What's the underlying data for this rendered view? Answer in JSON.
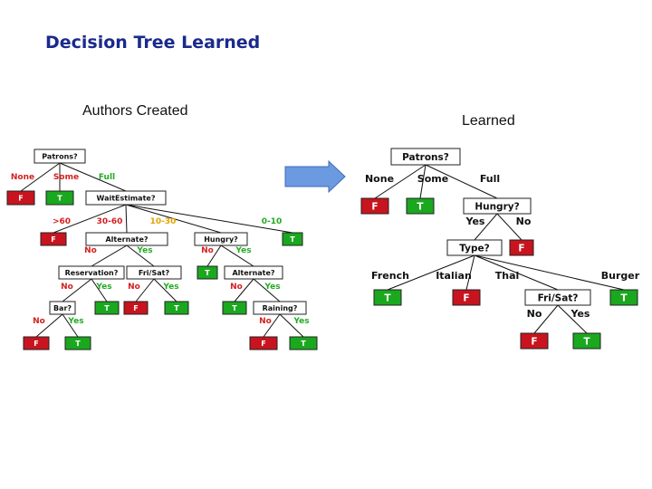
{
  "slide": {
    "title": "Decision Tree Learned",
    "caption_left": "Authors Created",
    "caption_right": "Learned"
  },
  "colors": {
    "title": "#1a2a8c",
    "leaf_false": "#c8141e",
    "leaf_true": "#1aa81e",
    "edge_red": "#d42020",
    "edge_green": "#22aa22",
    "edge_orange": "#e3a400",
    "arrow": "#5b8fd6"
  },
  "icons": [
    "right-arrow-icon"
  ],
  "authors_tree": {
    "nodes": [
      {
        "id": "a_patrons",
        "label": "Patrons?",
        "kind": "question"
      },
      {
        "id": "a_leaf_none",
        "label": "F",
        "kind": "leaf-false"
      },
      {
        "id": "a_leaf_some",
        "label": "T",
        "kind": "leaf-true"
      },
      {
        "id": "a_wait",
        "label": "WaitEstimate?",
        "kind": "question"
      },
      {
        "id": "a_leaf_gt60",
        "label": "F",
        "kind": "leaf-false"
      },
      {
        "id": "a_alt1",
        "label": "Alternate?",
        "kind": "question"
      },
      {
        "id": "a_hungry",
        "label": "Hungry?",
        "kind": "question"
      },
      {
        "id": "a_leaf_0_10",
        "label": "T",
        "kind": "leaf-true"
      },
      {
        "id": "a_reserv",
        "label": "Reservation?",
        "kind": "question"
      },
      {
        "id": "a_frisat",
        "label": "Fri/Sat?",
        "kind": "question"
      },
      {
        "id": "a_leaf_hno",
        "label": "T",
        "kind": "leaf-true"
      },
      {
        "id": "a_alt2",
        "label": "Alternate?",
        "kind": "question"
      },
      {
        "id": "a_bar",
        "label": "Bar?",
        "kind": "question"
      },
      {
        "id": "a_leaf_resyes",
        "label": "T",
        "kind": "leaf-true"
      },
      {
        "id": "a_leaf_fsno",
        "label": "F",
        "kind": "leaf-false"
      },
      {
        "id": "a_leaf_fsyes",
        "label": "T",
        "kind": "leaf-true"
      },
      {
        "id": "a_leaf_alt2no",
        "label": "T",
        "kind": "leaf-true"
      },
      {
        "id": "a_raining",
        "label": "Raining?",
        "kind": "question"
      },
      {
        "id": "a_leaf_barno",
        "label": "F",
        "kind": "leaf-false"
      },
      {
        "id": "a_leaf_baryes",
        "label": "T",
        "kind": "leaf-true"
      },
      {
        "id": "a_leaf_rainno",
        "label": "F",
        "kind": "leaf-false"
      },
      {
        "id": "a_leaf_rainyes",
        "label": "T",
        "kind": "leaf-true"
      }
    ],
    "edges": [
      {
        "from": "a_patrons",
        "to": "a_leaf_none",
        "label": "None",
        "color": "red"
      },
      {
        "from": "a_patrons",
        "to": "a_leaf_some",
        "label": "Some",
        "color": "red"
      },
      {
        "from": "a_patrons",
        "to": "a_wait",
        "label": "Full",
        "color": "green"
      },
      {
        "from": "a_wait",
        "to": "a_leaf_gt60",
        "label": ">60",
        "color": "red"
      },
      {
        "from": "a_wait",
        "to": "a_alt1",
        "label": "30-60",
        "color": "red"
      },
      {
        "from": "a_wait",
        "to": "a_hungry",
        "label": "10-30",
        "color": "orange"
      },
      {
        "from": "a_wait",
        "to": "a_leaf_0_10",
        "label": "0-10",
        "color": "green"
      },
      {
        "from": "a_alt1",
        "to": "a_reserv",
        "label": "No",
        "color": "red"
      },
      {
        "from": "a_alt1",
        "to": "a_frisat",
        "label": "Yes",
        "color": "green"
      },
      {
        "from": "a_hungry",
        "to": "a_leaf_hno",
        "label": "No",
        "color": "red"
      },
      {
        "from": "a_hungry",
        "to": "a_alt2",
        "label": "Yes",
        "color": "green"
      },
      {
        "from": "a_reserv",
        "to": "a_bar",
        "label": "No",
        "color": "red"
      },
      {
        "from": "a_reserv",
        "to": "a_leaf_resyes",
        "label": "Yes",
        "color": "green"
      },
      {
        "from": "a_frisat",
        "to": "a_leaf_fsno",
        "label": "No",
        "color": "red"
      },
      {
        "from": "a_frisat",
        "to": "a_leaf_fsyes",
        "label": "Yes",
        "color": "green"
      },
      {
        "from": "a_alt2",
        "to": "a_leaf_alt2no",
        "label": "No",
        "color": "red"
      },
      {
        "from": "a_alt2",
        "to": "a_raining",
        "label": "Yes",
        "color": "green"
      },
      {
        "from": "a_bar",
        "to": "a_leaf_barno",
        "label": "No",
        "color": "red"
      },
      {
        "from": "a_bar",
        "to": "a_leaf_baryes",
        "label": "Yes",
        "color": "green"
      },
      {
        "from": "a_raining",
        "to": "a_leaf_rainno",
        "label": "No",
        "color": "red"
      },
      {
        "from": "a_raining",
        "to": "a_leaf_rainyes",
        "label": "Yes",
        "color": "green"
      }
    ]
  },
  "learned_tree": {
    "nodes": [
      {
        "id": "l_patrons",
        "label": "Patrons?",
        "kind": "question"
      },
      {
        "id": "l_leaf_none",
        "label": "F",
        "kind": "leaf-false"
      },
      {
        "id": "l_leaf_some",
        "label": "T",
        "kind": "leaf-true"
      },
      {
        "id": "l_hungry",
        "label": "Hungry?",
        "kind": "question"
      },
      {
        "id": "l_type",
        "label": "Type?",
        "kind": "question"
      },
      {
        "id": "l_leaf_hno",
        "label": "F",
        "kind": "leaf-false"
      },
      {
        "id": "l_leaf_french",
        "label": "T",
        "kind": "leaf-true"
      },
      {
        "id": "l_leaf_italian",
        "label": "F",
        "kind": "leaf-false"
      },
      {
        "id": "l_frisat",
        "label": "Fri/Sat?",
        "kind": "question"
      },
      {
        "id": "l_leaf_burger",
        "label": "T",
        "kind": "leaf-true"
      },
      {
        "id": "l_leaf_fsno",
        "label": "F",
        "kind": "leaf-false"
      },
      {
        "id": "l_leaf_fsyes",
        "label": "T",
        "kind": "leaf-true"
      }
    ],
    "edges": [
      {
        "from": "l_patrons",
        "to": "l_leaf_none",
        "label": "None",
        "color": "black"
      },
      {
        "from": "l_patrons",
        "to": "l_leaf_some",
        "label": "Some",
        "color": "black"
      },
      {
        "from": "l_patrons",
        "to": "l_hungry",
        "label": "Full",
        "color": "black"
      },
      {
        "from": "l_hungry",
        "to": "l_type",
        "label": "Yes",
        "color": "black"
      },
      {
        "from": "l_hungry",
        "to": "l_leaf_hno",
        "label": "No",
        "color": "black"
      },
      {
        "from": "l_type",
        "to": "l_leaf_french",
        "label": "French",
        "color": "black"
      },
      {
        "from": "l_type",
        "to": "l_leaf_italian",
        "label": "Italian",
        "color": "black"
      },
      {
        "from": "l_type",
        "to": "l_frisat",
        "label": "Thai",
        "color": "black"
      },
      {
        "from": "l_type",
        "to": "l_leaf_burger",
        "label": "Burger",
        "color": "black"
      },
      {
        "from": "l_frisat",
        "to": "l_leaf_fsno",
        "label": "No",
        "color": "black"
      },
      {
        "from": "l_frisat",
        "to": "l_leaf_fsyes",
        "label": "Yes",
        "color": "black"
      }
    ]
  }
}
